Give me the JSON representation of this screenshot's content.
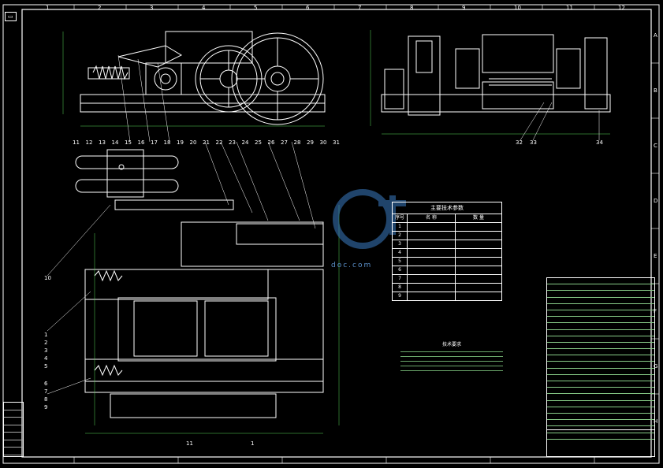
{
  "callouts_top_left": [
    "11",
    "12",
    "13",
    "14",
    "15",
    "16",
    "17",
    "18",
    "19",
    "20",
    "21",
    "22",
    "23",
    "24",
    "25",
    "26",
    "27",
    "28",
    "29",
    "30",
    "31"
  ],
  "callouts_top_right": [
    "32",
    "33",
    "34"
  ],
  "callouts_left_side": [
    "1",
    "2",
    "3",
    "4",
    "5",
    "6",
    "7",
    "8",
    "9",
    "10"
  ],
  "callouts_bottom": [
    "11",
    "1"
  ],
  "grid_numbers_top": [
    "1",
    "2",
    "3",
    "4",
    "5",
    "6",
    "7",
    "8",
    "9",
    "10",
    "11",
    "12"
  ],
  "grid_letters_right": [
    "A",
    "B",
    "C",
    "D",
    "E",
    "F",
    "G",
    "H"
  ],
  "tech_table": {
    "title": "主要技术参数",
    "col_no": "序号",
    "col_name": "名 称",
    "col_value": "数 量",
    "rows": [
      {
        "no": "1",
        "name": "",
        "value": ""
      },
      {
        "no": "2",
        "name": "",
        "value": ""
      },
      {
        "no": "3",
        "name": "",
        "value": ""
      },
      {
        "no": "4",
        "name": "",
        "value": ""
      },
      {
        "no": "5",
        "name": "",
        "value": ""
      },
      {
        "no": "6",
        "name": "",
        "value": ""
      },
      {
        "no": "7",
        "name": "",
        "value": ""
      },
      {
        "no": "8",
        "name": "",
        "value": ""
      },
      {
        "no": "9",
        "name": "",
        "value": ""
      }
    ]
  },
  "notes_title": "技术要求",
  "watermark_text": "doc.com",
  "colors": {
    "line": "#ffffff",
    "dim": "#59d659",
    "wm": "#3b7dc4"
  }
}
